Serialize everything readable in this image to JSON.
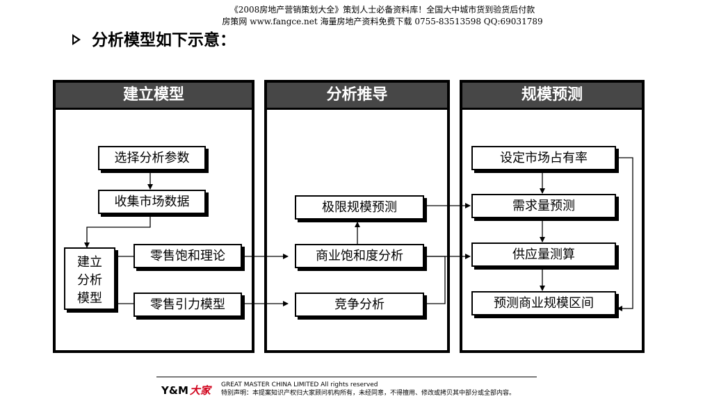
{
  "header": {
    "line1": "《2008房地产营销策划大全》策划人士必备资料库！全国大中城市货到验货后付款",
    "line2": "房策网 www.fangce.net 海量房地产资料免费下载  0755-83513598  QQ:69031789"
  },
  "slide_title": "分析模型如下示意：",
  "panels": [
    {
      "title": "建立模型"
    },
    {
      "title": "分析推导"
    },
    {
      "title": "规模预测"
    }
  ],
  "nodes": {
    "select_params": "选择分析参数",
    "collect_data": "收集市场数据",
    "build_model_1": "建立",
    "build_model_2": "分析",
    "build_model_3": "模型",
    "retail_saturation": "零售饱和理论",
    "retail_gravity": "零售引力模型",
    "limit_scale": "极限规模预测",
    "commercial_saturation": "商业饱和度分析",
    "competition": "竞争分析",
    "market_share": "设定市场占有率",
    "demand_forecast": "需求量预测",
    "supply_calc": "供应量测算",
    "scale_range": "预测商业规模区间"
  },
  "footer": {
    "logo_a": "Y&M",
    "logo_b": "大家",
    "line1": "GREAT MASTER CHINA  LIMITED All rights reserved",
    "line2": "特别声明：本提案知识产权归大家顾问机构所有，未经同意，不得擅用、修改或拷贝其中部分或全部内容。"
  }
}
